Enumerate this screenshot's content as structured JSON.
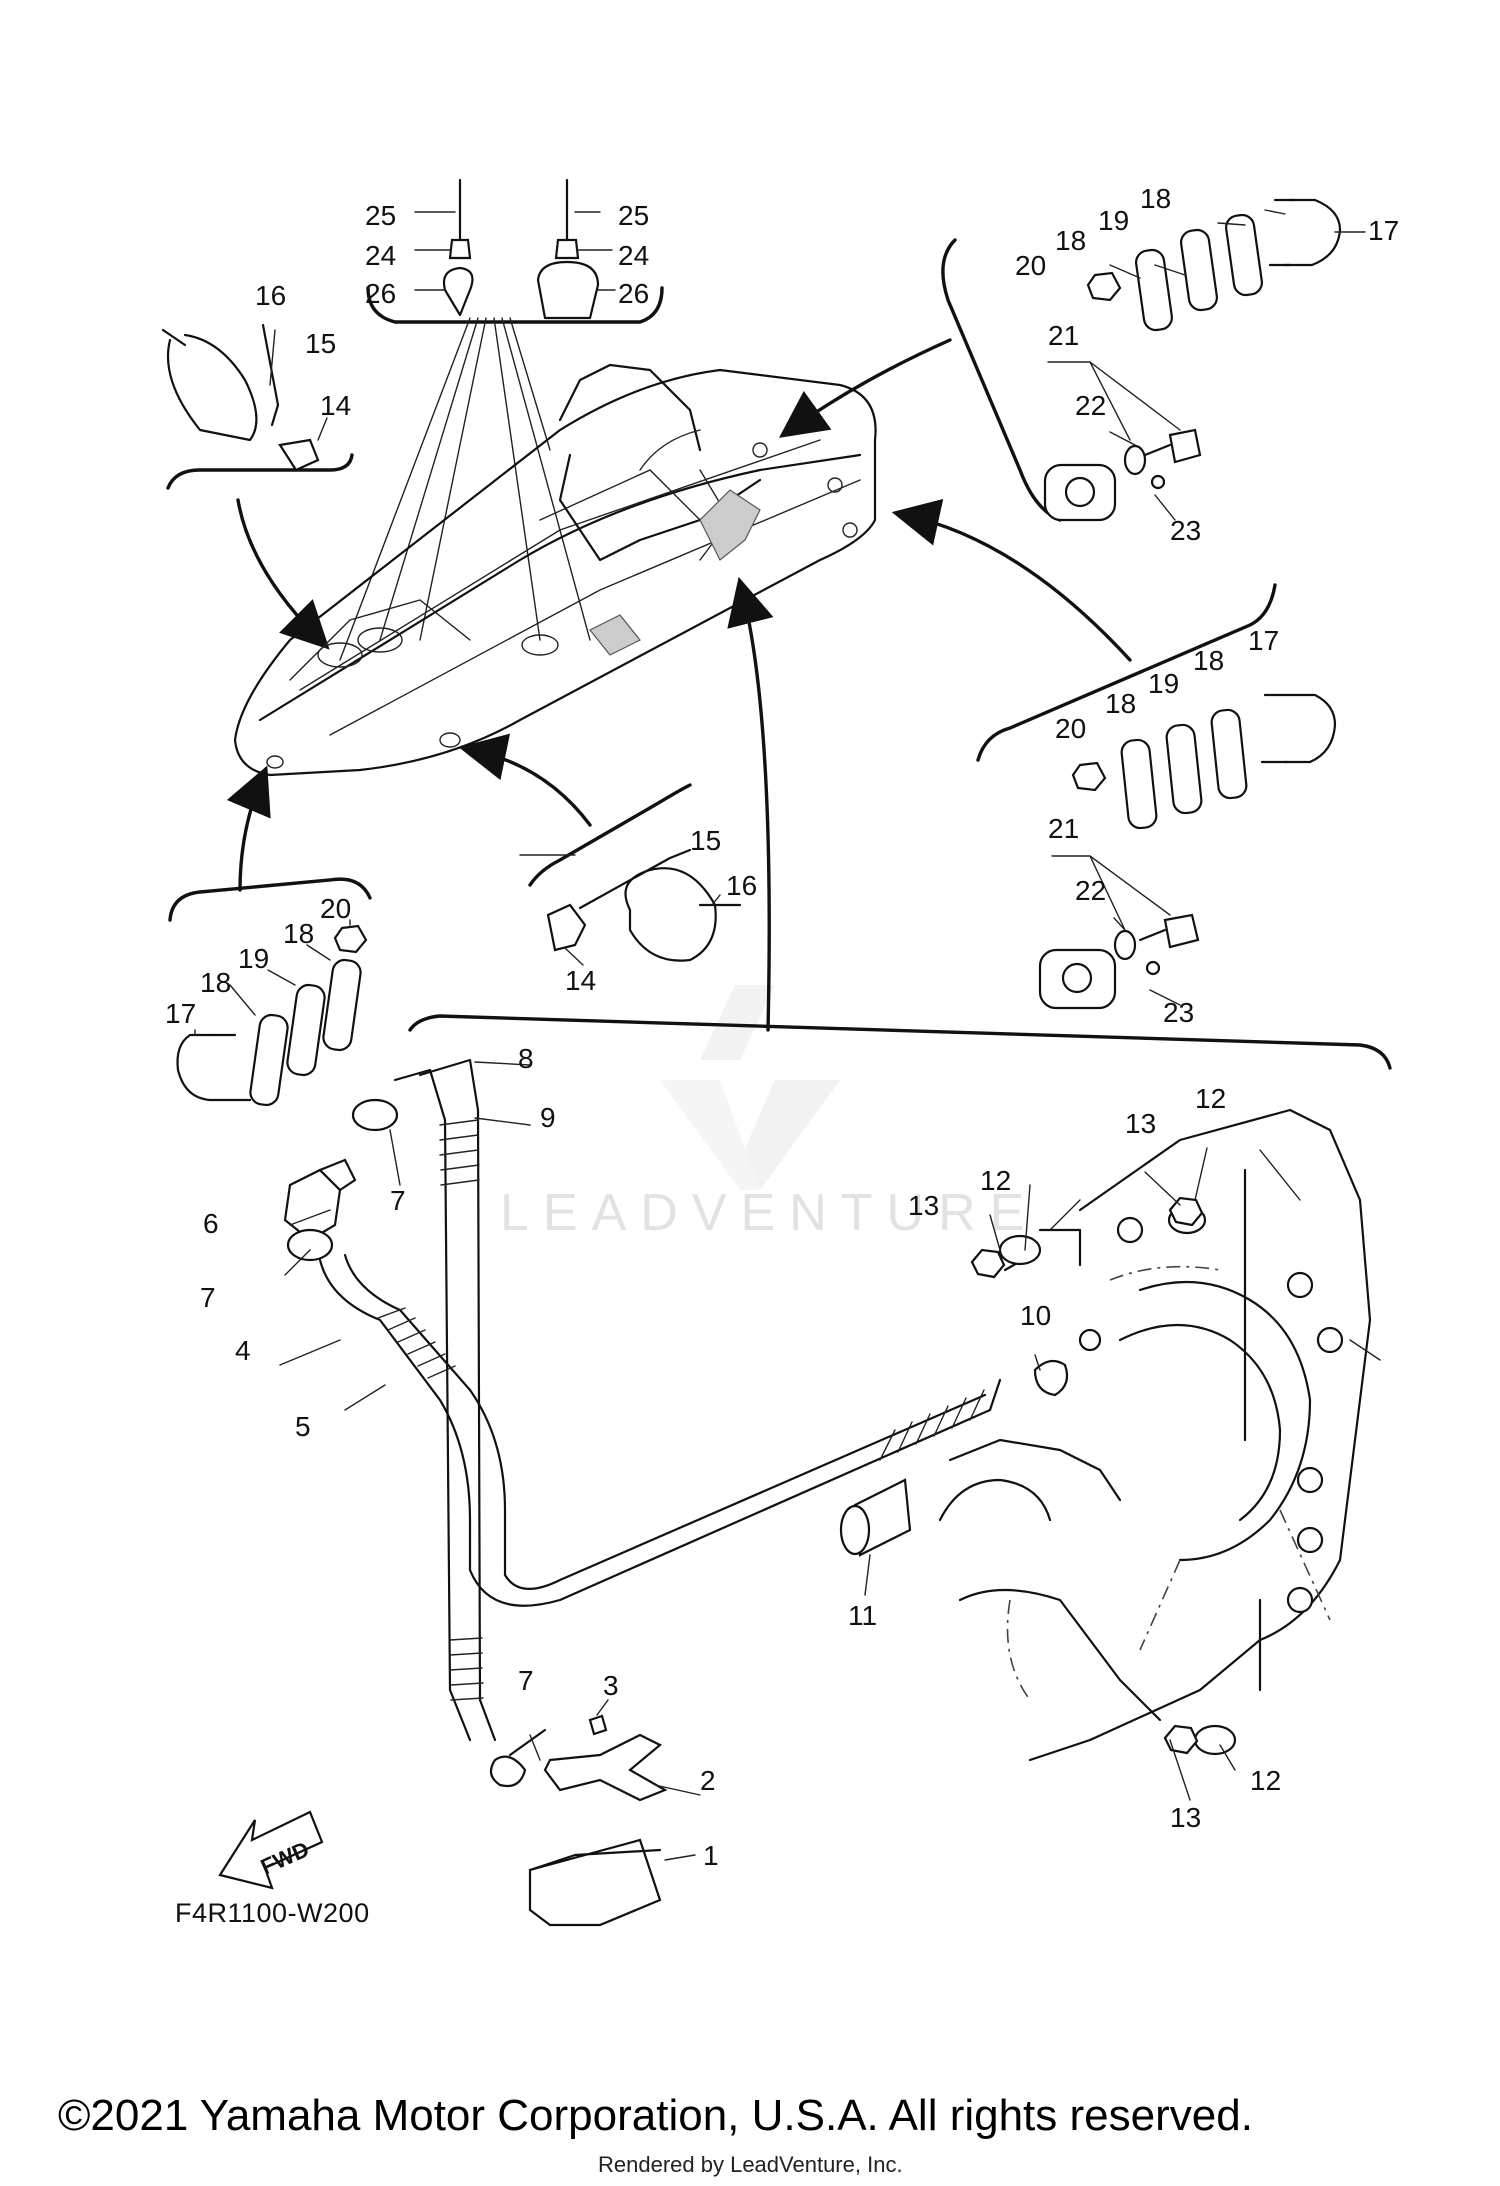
{
  "diagram": {
    "code": "F4R1100-W200",
    "fwd_label": "FWD",
    "watermark": "LEADVENTURE",
    "copyright": "©2021 Yamaha Motor Corporation, U.S.A. All rights reserved.",
    "rendered_by": "Rendered by LeadVenture, Inc."
  },
  "callouts": [
    {
      "n": "1"
    },
    {
      "n": "2"
    },
    {
      "n": "3"
    },
    {
      "n": "4"
    },
    {
      "n": "5"
    },
    {
      "n": "6"
    },
    {
      "n": "7"
    },
    {
      "n": "7"
    },
    {
      "n": "7"
    },
    {
      "n": "8"
    },
    {
      "n": "9"
    },
    {
      "n": "10"
    },
    {
      "n": "11"
    },
    {
      "n": "12"
    },
    {
      "n": "12"
    },
    {
      "n": "12"
    },
    {
      "n": "13"
    },
    {
      "n": "13"
    },
    {
      "n": "13"
    },
    {
      "n": "14"
    },
    {
      "n": "14"
    },
    {
      "n": "15"
    },
    {
      "n": "15"
    },
    {
      "n": "16"
    },
    {
      "n": "16"
    },
    {
      "n": "17"
    },
    {
      "n": "17"
    },
    {
      "n": "17"
    },
    {
      "n": "18"
    },
    {
      "n": "18"
    },
    {
      "n": "18"
    },
    {
      "n": "18"
    },
    {
      "n": "18"
    },
    {
      "n": "18"
    },
    {
      "n": "19"
    },
    {
      "n": "19"
    },
    {
      "n": "19"
    },
    {
      "n": "20"
    },
    {
      "n": "20"
    },
    {
      "n": "20"
    },
    {
      "n": "21"
    },
    {
      "n": "21"
    },
    {
      "n": "22"
    },
    {
      "n": "22"
    },
    {
      "n": "23"
    },
    {
      "n": "23"
    },
    {
      "n": "24"
    },
    {
      "n": "24"
    },
    {
      "n": "25"
    },
    {
      "n": "25"
    },
    {
      "n": "26"
    },
    {
      "n": "26"
    }
  ]
}
